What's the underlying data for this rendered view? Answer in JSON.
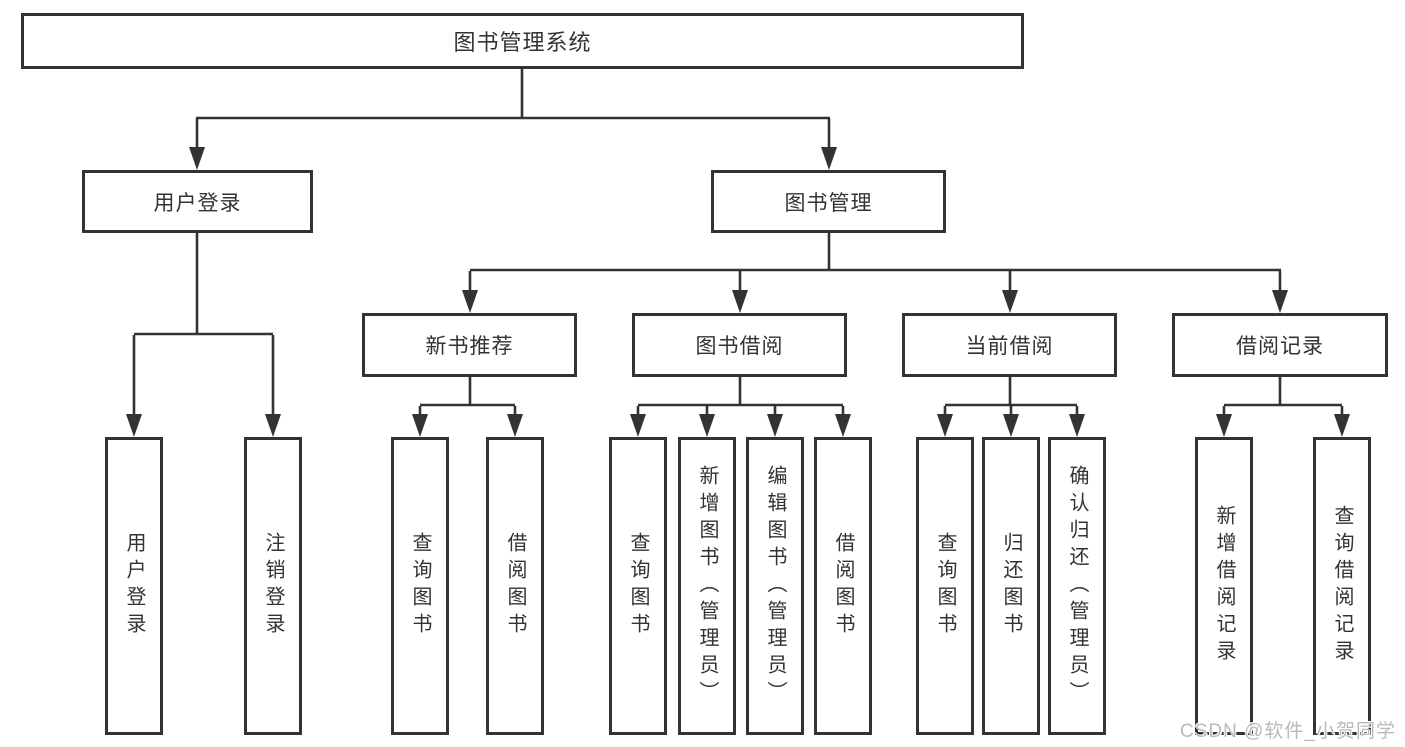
{
  "diagram": {
    "root": {
      "label": "图书管理系统"
    },
    "level1": {
      "user_login": {
        "label": "用户登录"
      },
      "book_mgmt": {
        "label": "图书管理"
      }
    },
    "level2": {
      "new_book_rec": {
        "label": "新书推荐"
      },
      "book_borrow": {
        "label": "图书借阅"
      },
      "current_borrow": {
        "label": "当前借阅"
      },
      "borrow_records": {
        "label": "借阅记录"
      }
    },
    "leaves": {
      "user_login": {
        "label": "用户登录"
      },
      "logout": {
        "label": "注销登录"
      },
      "nb_query_book": {
        "label": "查询图书"
      },
      "nb_borrow_book": {
        "label": "借阅图书"
      },
      "bw_query_book": {
        "label": "查询图书"
      },
      "bw_add_book": {
        "label": "新增图书（管理员）"
      },
      "bw_edit_book": {
        "label": "编辑图书（管理员）"
      },
      "bw_borrow_book": {
        "label": "借阅图书"
      },
      "cur_query_book": {
        "label": "查询图书"
      },
      "cur_return_book": {
        "label": "归还图书"
      },
      "cur_confirm_return": {
        "label": "确认归还（管理员）"
      },
      "rec_add_record": {
        "label": "新增借阅记录"
      },
      "rec_query_record": {
        "label": "查询借阅记录"
      }
    }
  },
  "colors": {
    "line": "#333333",
    "node_text": "#333333",
    "node_background": "#ffffff",
    "watermark": "#b9b9b9"
  },
  "watermark": {
    "text": "CSDN @软件_小贺同学"
  }
}
